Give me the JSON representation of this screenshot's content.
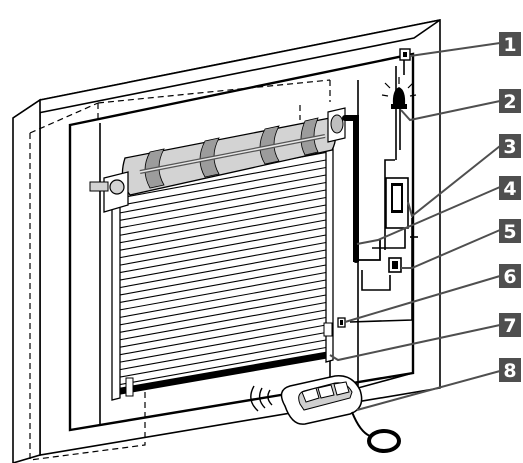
{
  "diagram": {
    "components": [
      {
        "id": "wall-structure",
        "icon": "wall-outline"
      },
      {
        "id": "roller-door",
        "icon": "roller-shutter-curtain"
      },
      {
        "id": "motor-drum",
        "icon": "tubular-motor-drum"
      }
    ],
    "callouts": [
      {
        "number": "1",
        "icon": "wall-switch-icon"
      },
      {
        "number": "2",
        "icon": "warning-lamp-icon"
      },
      {
        "number": "3",
        "icon": "control-box-icon"
      },
      {
        "number": "4",
        "icon": "cable-duct-icon"
      },
      {
        "number": "5",
        "icon": "junction-box-icon"
      },
      {
        "number": "6",
        "icon": "photocell-icon"
      },
      {
        "number": "7",
        "icon": "safety-edge-icon"
      },
      {
        "number": "8",
        "icon": "remote-control-icon"
      }
    ],
    "colors": {
      "callout_box": "#4f4f4f",
      "line": "#000000",
      "drum": "#cfcfcf",
      "background": "#ffffff"
    }
  }
}
